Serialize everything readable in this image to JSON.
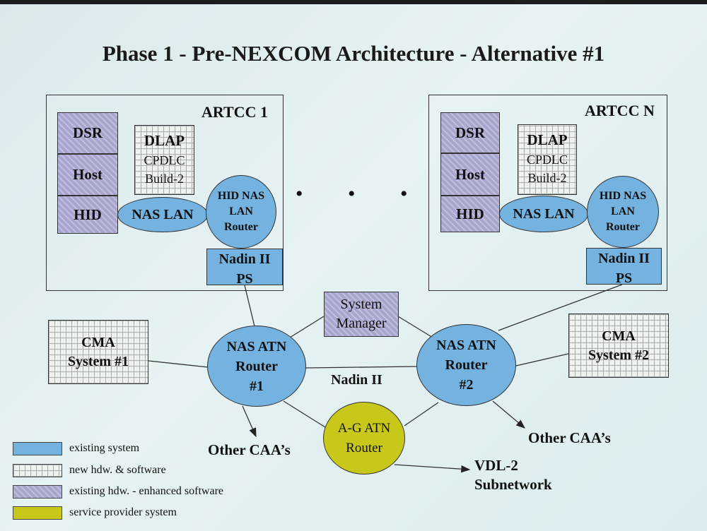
{
  "title": "Phase 1 - Pre-NEXCOM Architecture - Alternative #1",
  "artcc1": {
    "label": "ARTCC 1",
    "dsr": "DSR",
    "host": "Host",
    "hid": "HID",
    "dlap": [
      "DLAP",
      "CPDLC",
      "Build-2"
    ],
    "nas_lan": "NAS LAN",
    "router": [
      "HID NAS",
      "LAN",
      "Router"
    ],
    "nadin": [
      "Nadin II",
      "PS"
    ]
  },
  "artccN": {
    "label": "ARTCC N",
    "dsr": "DSR",
    "host": "Host",
    "hid": "HID",
    "dlap": [
      "DLAP",
      "CPDLC",
      "Build-2"
    ],
    "nas_lan": "NAS LAN",
    "router": [
      "HID NAS",
      "LAN",
      "Router"
    ],
    "nadin": [
      "Nadin II",
      "PS"
    ]
  },
  "ellipsis": "• • • •",
  "system_manager": [
    "System",
    "Manager"
  ],
  "cma1": [
    "CMA",
    "System #1"
  ],
  "cma2": [
    "CMA",
    "System #2"
  ],
  "router1": [
    "NAS ATN",
    "Router",
    "#1"
  ],
  "router2": [
    "NAS ATN",
    "Router",
    "#2"
  ],
  "nadin_link": "Nadin II",
  "ag_router": [
    "A-G ATN",
    "Router"
  ],
  "other_caa_left": "Other CAA’s",
  "other_caa_right": "Other CAA’s",
  "vdl": [
    "VDL-2",
    "Subnetwork"
  ],
  "legend": [
    {
      "text": "existing system",
      "style": "blue"
    },
    {
      "text": "new hdw. & software",
      "style": "grid"
    },
    {
      "text": "existing hdw. - enhanced software",
      "style": "hatch"
    },
    {
      "text": "service provider system",
      "style": "yellow"
    }
  ],
  "colors": {
    "existing": "#74b2e0",
    "service_provider": "#c8c81a",
    "enhanced": "#a7a6cf"
  }
}
